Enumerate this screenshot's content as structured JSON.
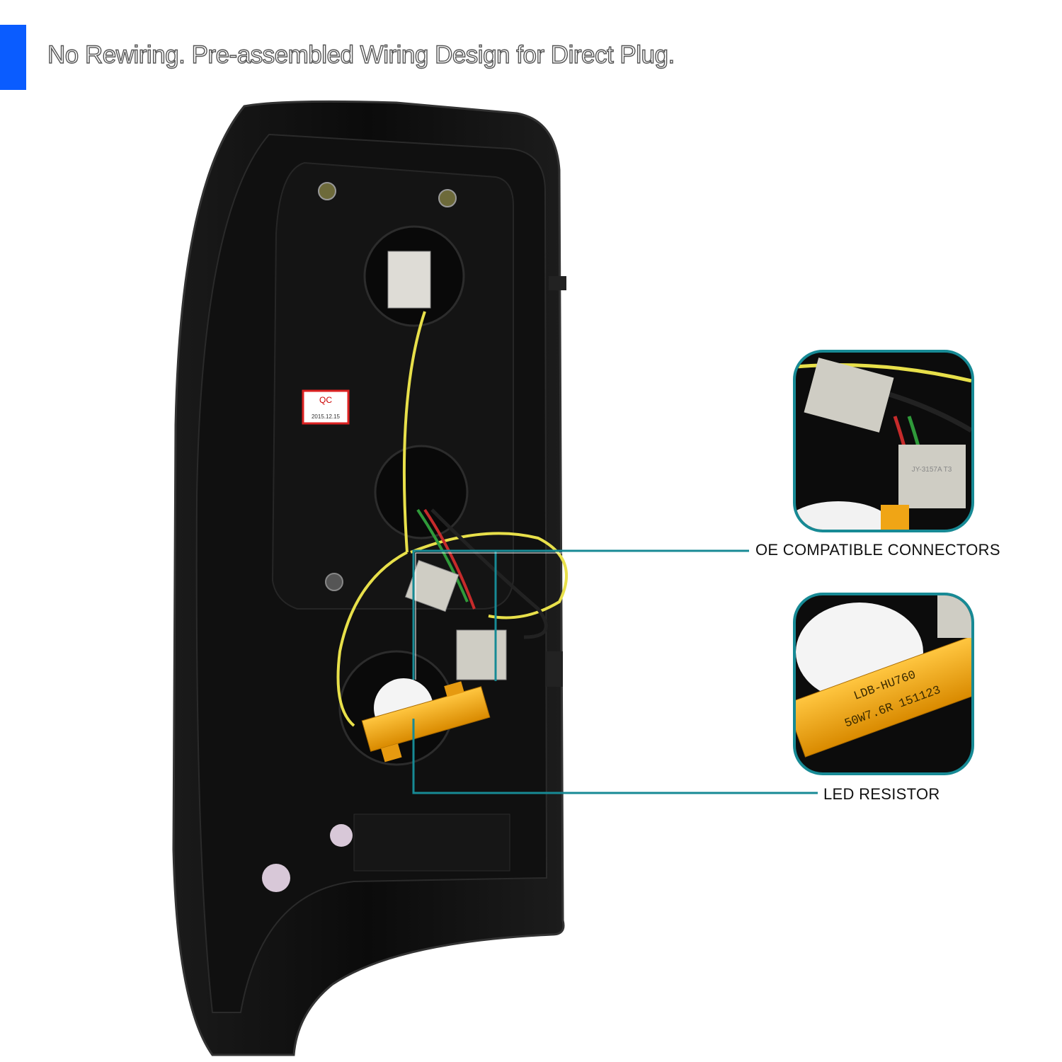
{
  "header": {
    "title": "No Rewiring. Pre-assembled Wiring Design for Direct Plug.",
    "accent_color": "#0a5cff"
  },
  "product": {
    "qc_label": "QC",
    "qc_date": "2015.12.15",
    "resistor_marking_line1": "50W7.6R 151123",
    "resistor_marking_line2": "LDB-HU760",
    "connector_marking": "JY-3157A T3"
  },
  "callouts": [
    {
      "label": "OE COMPATIBLE CONNECTORS",
      "line_color": "#178a95"
    },
    {
      "label": "LED RESISTOR",
      "line_color": "#178a95"
    }
  ]
}
